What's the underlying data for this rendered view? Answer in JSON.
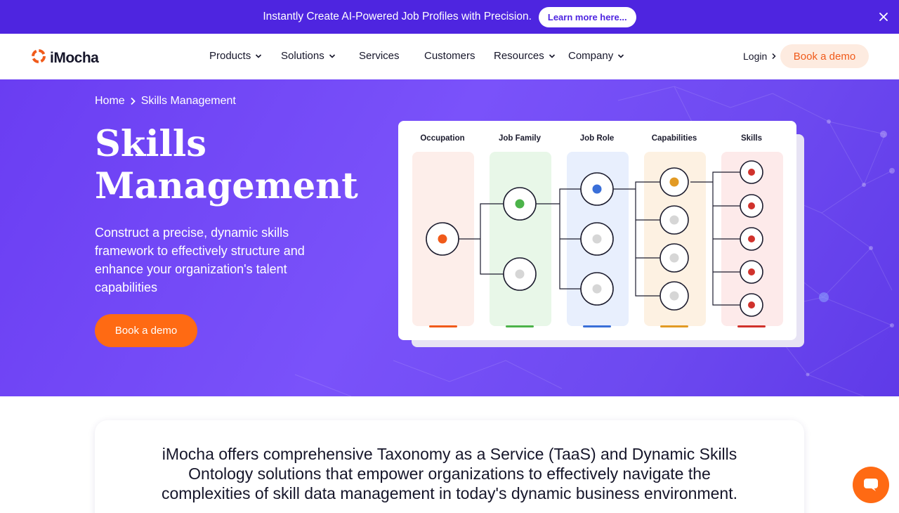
{
  "announcement": {
    "text": "Instantly Create AI-Powered Job Profiles with Precision.",
    "button_label": "Learn more here..."
  },
  "nav": {
    "logo_text": "iMocha",
    "items": [
      {
        "label": "Products",
        "dropdown": true
      },
      {
        "label": "Solutions",
        "dropdown": true
      },
      {
        "label": "Services",
        "dropdown": false
      },
      {
        "label": "Customers",
        "dropdown": false
      },
      {
        "label": "Resources",
        "dropdown": true
      },
      {
        "label": "Company",
        "dropdown": true
      }
    ],
    "login_label": "Login",
    "demo_label": "Book a demo"
  },
  "hero": {
    "breadcrumb": {
      "home": "Home",
      "current": "Skills Management"
    },
    "title_line1": "Skills",
    "title_line2": "Management",
    "description": "Construct a precise, dynamic skills framework to effectively structure and enhance your organization's talent capabilities",
    "demo_label": "Book a demo"
  },
  "diagram": {
    "columns": [
      {
        "label": "Occupation",
        "bg": "#fdeeea",
        "accent": "#f05a1a"
      },
      {
        "label": "Job Family",
        "bg": "#e8f7e8",
        "accent": "#4cb34a"
      },
      {
        "label": "Job Role",
        "bg": "#e8effd",
        "accent": "#3a6fd8"
      },
      {
        "label": "Capabilities",
        "bg": "#fdf1e2",
        "accent": "#e29a24"
      },
      {
        "label": "Skills",
        "bg": "#fdeaea",
        "accent": "#d0322c"
      }
    ],
    "node_colors": {
      "occupation": "#f05a1a",
      "job_family": "#4cb34a",
      "job_role": "#3a6fd8",
      "capabilities": "#e29a24",
      "skills": "#d0322c",
      "inactive": "#d6d6d6"
    }
  },
  "taas": {
    "text": "iMocha offers comprehensive Taxonomy as a Service (TaaS) and Dynamic Skills Ontology solutions that empower organizations to effectively navigate the complexities of skill data management in today's dynamic business environment."
  },
  "colors": {
    "announce_bg": "#4e25e0",
    "brand_orange": "#ff6a13",
    "hero_purple": "#7a52fa"
  }
}
